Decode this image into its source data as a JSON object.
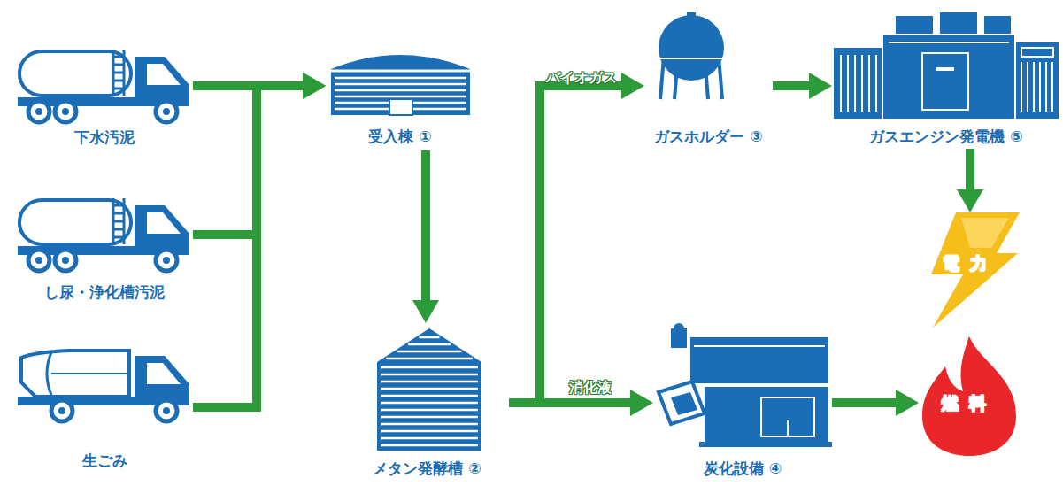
{
  "diagram": {
    "nodes": [
      {
        "text": [
          "下水汚泥"
        ]
      },
      {
        "text": [
          "し尿・浄化槽汚泥"
        ]
      },
      {
        "text": [
          "生ごみ"
        ]
      },
      {
        "text": [
          "受入棟 ①"
        ]
      },
      {
        "text": [
          "メタン発酵槽 ②"
        ]
      },
      {
        "text": [
          "ガスホルダー ③"
        ]
      },
      {
        "text": [
          "ガスエンジン発電機 ⑤"
        ]
      },
      {
        "text": [
          "電力"
        ]
      },
      {
        "text": [
          "炭化設備 ④"
        ]
      },
      {
        "text": [
          "燃料"
        ]
      }
    ],
    "edges": [
      {
        "from": 0,
        "to": 3,
        "arrow": "to"
      },
      {
        "from": 1,
        "to": 3,
        "arrow": "to"
      },
      {
        "from": 2,
        "to": 3,
        "arrow": "to"
      },
      {
        "from": 3,
        "to": 4,
        "arrow": "to"
      },
      {
        "from": 4,
        "to": 5,
        "label": "バイオガス",
        "arrow": "to"
      },
      {
        "from": 5,
        "to": 6,
        "arrow": "to"
      },
      {
        "from": 6,
        "to": 7,
        "arrow": "to"
      },
      {
        "from": 4,
        "to": 8,
        "label": "消化液",
        "arrow": "to"
      },
      {
        "from": 8,
        "to": 9,
        "arrow": "to"
      }
    ]
  }
}
